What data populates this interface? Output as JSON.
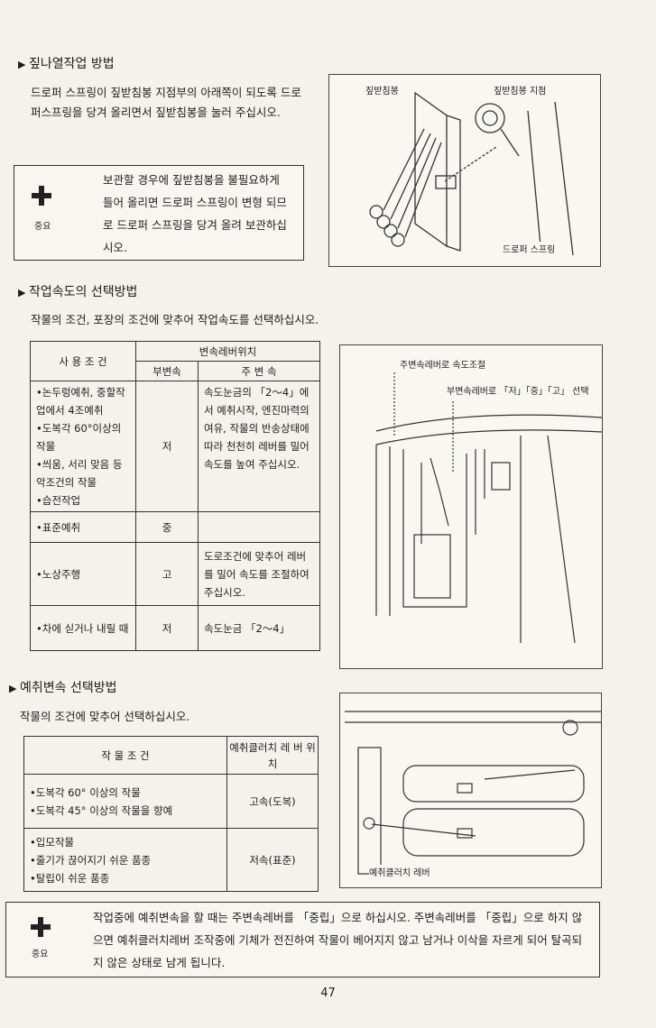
{
  "section1": {
    "heading": "짚나열작업 방법",
    "para": "드로퍼 스프링이 짚받침봉 지점부의 아래쪽이 되도록 드로퍼스프링을 당겨 올리면서 짚받침봉을 눌러 주십시오.",
    "important": {
      "label": "중요",
      "text": "보관할 경우에 짚받침봉을 불필요하게 들어 올리면 드로퍼 스프링이 변형 되므로 드로퍼 스프링을 당겨 올려 보관하십시오."
    },
    "figure": {
      "label_rod": "짚받침봉",
      "label_pivot": "짚받침봉 지점",
      "label_spring": "드로퍼 스프링"
    }
  },
  "section2": {
    "heading": "작업속도의 선택방법",
    "para": "작물의 조건, 포장의 조건에 맞추어 작업속도를 선택하십시오.",
    "table": {
      "h_cond": "사 용 조 건",
      "h_pos": "변속레버위치",
      "h_sub": "부변속",
      "h_main": "주 변 속",
      "rows": [
        {
          "cond": [
            "•논두렁예취, 중할작업에서 4조예취",
            "•도복각 60°이상의 작물",
            "•씌움, 서리 맞음 등 악조건의 작물",
            "•습전작업"
          ],
          "sub": "저",
          "main": "속도눈금의 「2～4」에서 예취시작, 엔진마력의 여유, 작물의 반송상태에 따라 천천히 레버를 밀어 속도를 높여 주십시오."
        },
        {
          "cond": [
            "•표준예취"
          ],
          "sub": "중",
          "main": ""
        },
        {
          "cond": [
            "•노상주행"
          ],
          "sub": "고",
          "main": "도로조건에 맞추어 레버를 밀어 속도를 조절하여 주십시오."
        },
        {
          "cond": [
            "•차에 싣거나 내릴 때"
          ],
          "sub": "저",
          "main": "속도눈금 「2～4」"
        }
      ]
    },
    "figure": {
      "label_main": "주변속레버로 속도조절",
      "label_sub": "부변속레버로 「저」「중」「고」 선택"
    }
  },
  "section3": {
    "heading": "예취변속 선택방법",
    "para": "작물의 조건에 맞추어 선택하십시오.",
    "table": {
      "h_cond": "작 물 조 건",
      "h_pos": "예취클러치 레 버 위 치",
      "rows": [
        {
          "cond": [
            "•도복각 60° 이상의 작물",
            "•도복각 45° 이상의 작물을 향예"
          ],
          "pos": "고속(도복)"
        },
        {
          "cond": [
            "•입모작물",
            "•줄기가 끊어지기 쉬운 품종",
            "•탈립이 쉬운 품종"
          ],
          "pos": "저속(표준)"
        }
      ]
    },
    "figure": {
      "label_lever": "예취클러치 레버"
    }
  },
  "important2": {
    "label": "중요",
    "text": "작업중에 예취변속을 할 때는 주변속레버를 「중립」으로 하십시오. 주변속레버를 「중립」으로 하지 않으면 예취클러치레버 조작중에 기체가 전진하여 작물이 베어지지 않고 남거나 이삭을 자르게 되어 탈곡되지 않은 상태로 남게 됩니다."
  },
  "page_number": "47"
}
